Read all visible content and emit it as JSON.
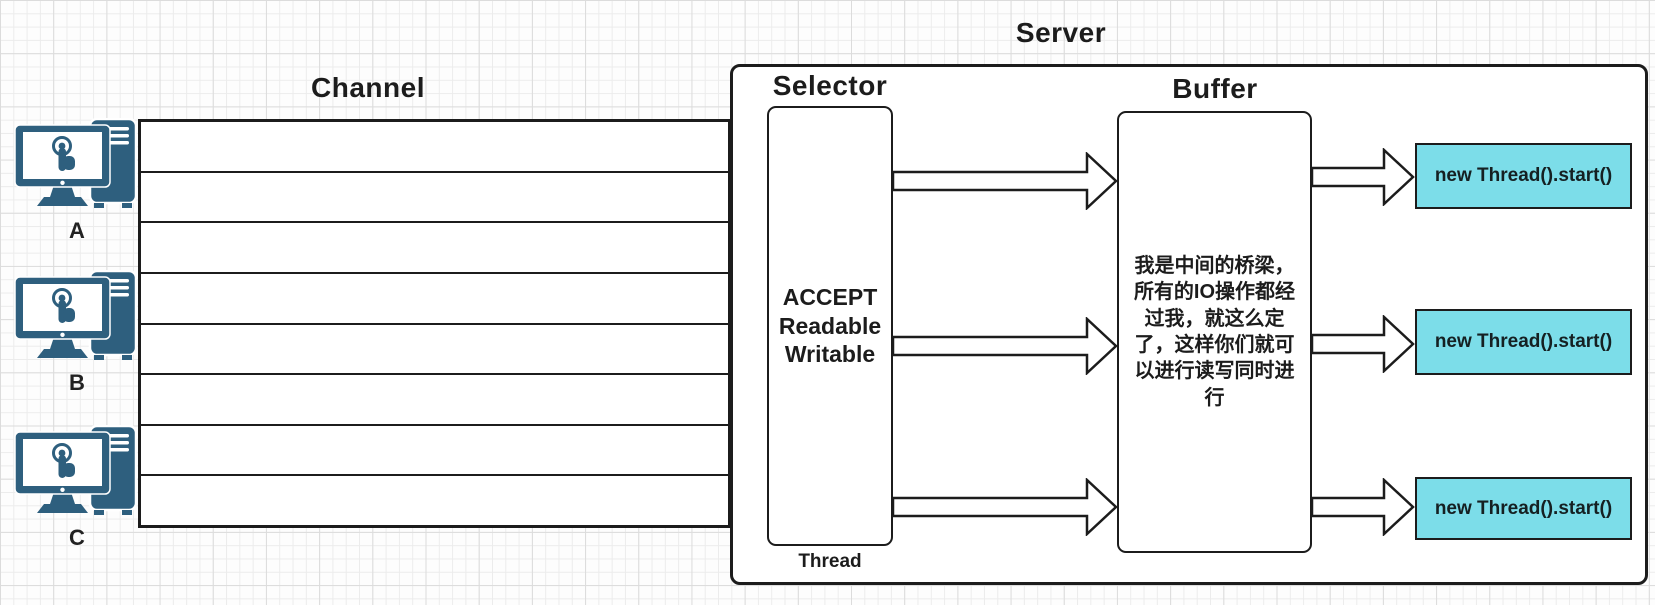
{
  "server": {
    "title": "Server"
  },
  "channel": {
    "title": "Channel",
    "lanes": 8
  },
  "selector": {
    "title": "Selector",
    "body": "ACCEPT\nReadable\nWritable",
    "footer": "Thread"
  },
  "buffer": {
    "title": "Buffer",
    "note": "我是中间的桥梁，\n所有的IO操作都经\n过我，就这么定\n了，这样你们就可\n以进行读写同时进\n行"
  },
  "clients": [
    {
      "label": "A"
    },
    {
      "label": "B"
    },
    {
      "label": "C"
    }
  ],
  "threads": [
    {
      "label": "new Thread().start()"
    },
    {
      "label": "new Thread().start()"
    },
    {
      "label": "new Thread().start()"
    }
  ],
  "colors": {
    "thread_fill": "#7cdde9",
    "line": "#1c1c1c",
    "client_icon": "#2e5f7e"
  }
}
